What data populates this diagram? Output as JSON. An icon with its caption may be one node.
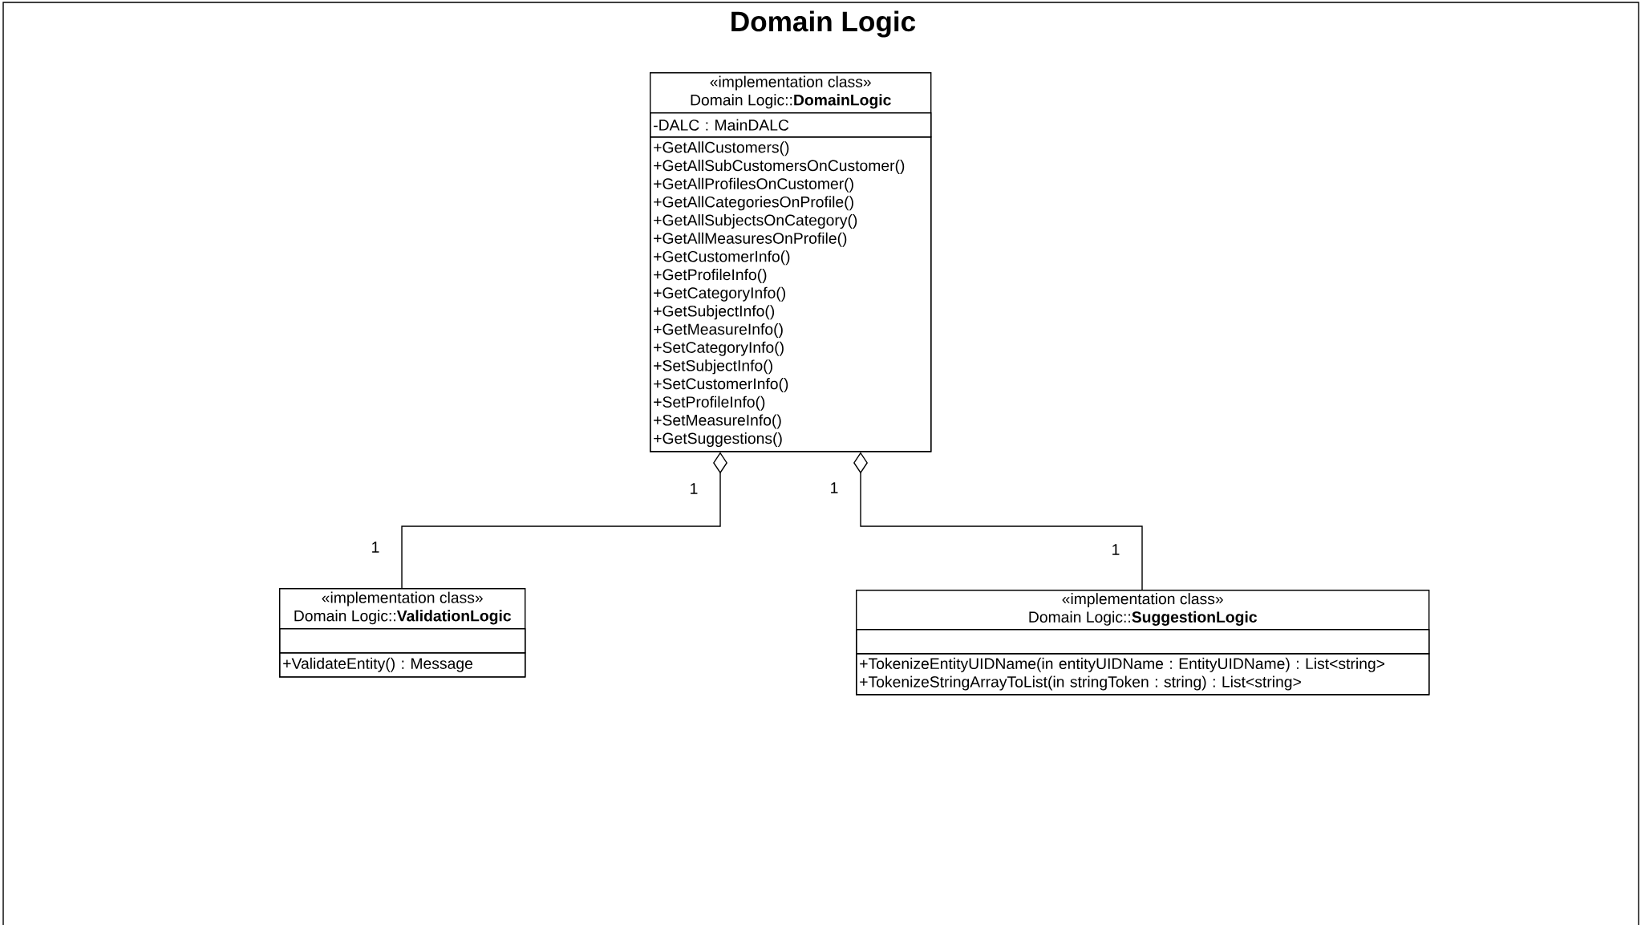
{
  "diagram": {
    "title": "Domain Logic",
    "nodes": [
      {
        "text": [
          "«implementation class»",
          "Domain Logic::**DomainLogic**"
        ]
      },
      {
        "text": [
          "-DALC : MainDALC"
        ],
        "in": 0
      },
      {
        "text": [
          "+GetAllCustomers()",
          "+GetAllSubCustomersOnCustomer()",
          "+GetAllProfilesOnCustomer()",
          "+GetAllCategoriesOnProfile()",
          "+GetAllSubjectsOnCategory()",
          "+GetAllMeasuresOnProfile()",
          "+GetCustomerInfo()",
          "+GetProfileInfo()",
          "+GetCategoryInfo()",
          "+GetSubjectInfo()",
          "+GetMeasureInfo()",
          "+SetCategoryInfo()",
          "+SetSubjectInfo()",
          "+SetCustomerInfo()",
          "+SetProfileInfo()",
          "+SetMeasureInfo()",
          "+GetSuggestions()"
        ],
        "in": 0
      },
      {
        "text": [
          "«implementation class»",
          "Domain Logic::**ValidationLogic**"
        ]
      },
      {
        "text": [],
        "shape": "box",
        "in": 3
      },
      {
        "text": [
          "+ValidateEntity() : Message"
        ],
        "in": 3
      },
      {
        "text": [
          "«implementation class»",
          "Domain Logic::**SuggestionLogic**"
        ]
      },
      {
        "text": [],
        "shape": "box",
        "in": 6
      },
      {
        "text": [
          "+TokenizeEntityUIDName(in entityUIDName : EntityUIDName) : List<string>",
          "+TokenizeStringArrayToList(in stringToken : string) : List<string>"
        ],
        "in": 6
      }
    ],
    "edges": [
      {
        "from": 0,
        "to": 3,
        "arrow": "other"
      },
      {
        "from": 0,
        "to": 6,
        "arrow": "other"
      }
    ],
    "labels": [
      "1",
      "1",
      "1",
      "1"
    ]
  }
}
